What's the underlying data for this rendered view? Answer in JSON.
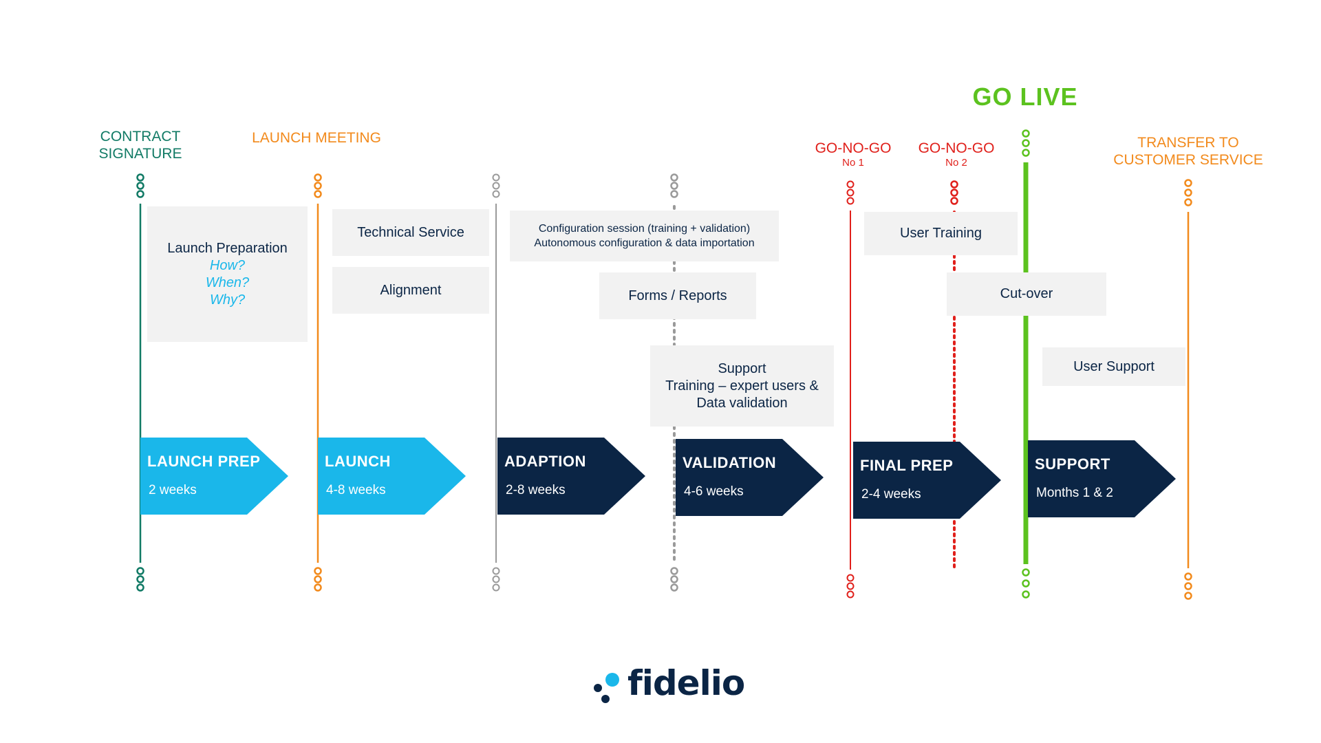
{
  "milestones": {
    "contract_signature": {
      "line1": "CONTRACT",
      "line2": "SIGNATURE",
      "color": "#117a65"
    },
    "launch_meeting": {
      "label": "LAUNCH MEETING",
      "color": "#f28a1c"
    },
    "go_no_go_1": {
      "label": "GO-NO-GO",
      "sub": "No 1",
      "color": "#e0201b"
    },
    "go_no_go_2": {
      "label": "GO-NO-GO",
      "sub": "No 2",
      "color": "#e0201b"
    },
    "go_live": {
      "label": "GO LIVE",
      "color": "#5cc21f"
    },
    "transfer": {
      "line1": "TRANSFER TO",
      "line2": "CUSTOMER SERVICE",
      "color": "#f28a1c"
    }
  },
  "boxes": {
    "launch_prep": {
      "title": "Launch Preparation",
      "q1": "How?",
      "q2": "When?",
      "q3": "Why?"
    },
    "technical_service": "Technical Service",
    "alignment": "Alignment",
    "configuration": {
      "line1": "Configuration session (training + validation)",
      "line2": "Autonomous configuration & data importation"
    },
    "forms_reports": "Forms / Reports",
    "support_training": {
      "line1": "Support",
      "line2": "Training – expert users &",
      "line3": "Data validation"
    },
    "user_training": "User Training",
    "cut_over": "Cut-over",
    "user_support": "User Support"
  },
  "phases": [
    {
      "title": "LAUNCH PREP",
      "duration": "2 weeks",
      "color": "#1ab7ea"
    },
    {
      "title": "LAUNCH",
      "duration": "4-8 weeks",
      "color": "#1ab7ea"
    },
    {
      "title": "ADAPTION",
      "duration": "2-8 weeks",
      "color": "#0b2545"
    },
    {
      "title": "VALIDATION",
      "duration": "4-6 weeks",
      "color": "#0b2545"
    },
    {
      "title": "FINAL PREP",
      "duration": "2-4 weeks",
      "color": "#0b2545"
    },
    {
      "title": "SUPPORT",
      "duration": "Months 1 & 2",
      "color": "#0b2545"
    }
  ],
  "logo": {
    "text": "fidelio",
    "dot_color_light": "#1ab7ea",
    "dot_color_dark": "#0b2545"
  }
}
